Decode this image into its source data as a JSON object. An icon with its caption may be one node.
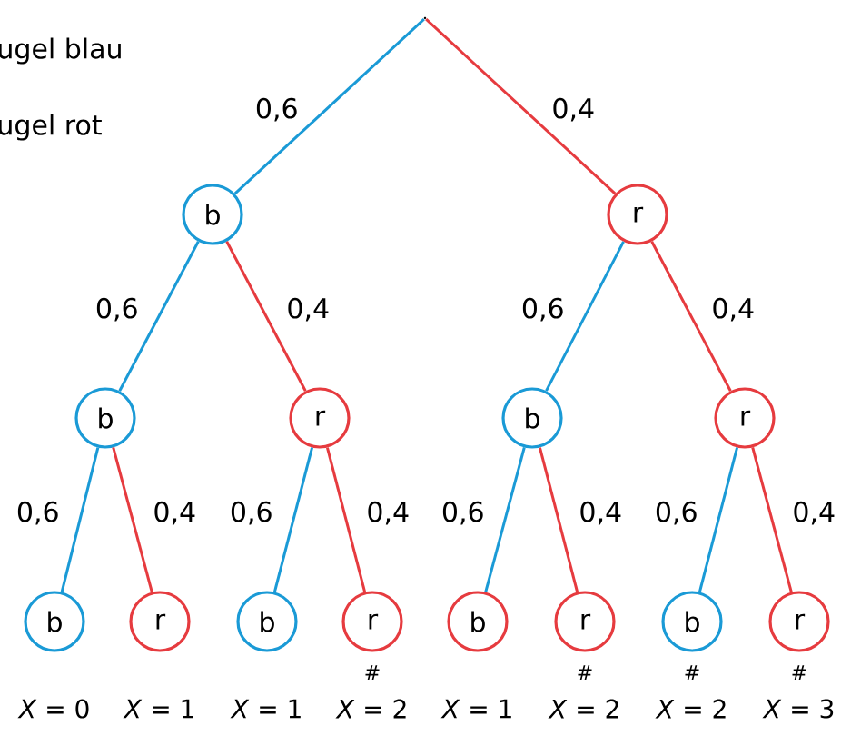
{
  "diagram": {
    "nodes": [
      {
        "text": [],
        "shape": "point"
      },
      {
        "text": [
          "b"
        ]
      },
      {
        "text": [
          "r"
        ]
      },
      {
        "text": [
          "b"
        ]
      },
      {
        "text": [
          "r"
        ]
      },
      {
        "text": [
          "b"
        ]
      },
      {
        "text": [
          "r"
        ]
      },
      {
        "text": [
          "b"
        ],
        "beside": [
          "*X* = 0"
        ]
      },
      {
        "text": [
          "r"
        ],
        "beside": [
          "*X* = 1"
        ]
      },
      {
        "text": [
          "b"
        ],
        "beside": [
          "*X* = 1"
        ]
      },
      {
        "text": [
          "r"
        ],
        "beside": [
          "#",
          "*X* = 2"
        ]
      },
      {
        "text": [
          "b"
        ],
        "beside": [
          "*X* = 1"
        ]
      },
      {
        "text": [
          "r"
        ],
        "beside": [
          "#",
          "*X* = 2"
        ]
      },
      {
        "text": [
          "b"
        ],
        "beside": [
          "#",
          "*X* = 2"
        ]
      },
      {
        "text": [
          "r"
        ],
        "beside": [
          "#",
          "*X* = 3"
        ]
      }
    ],
    "edges": [
      {
        "from": 0,
        "to": 1,
        "arrow": "none",
        "label": "0,6",
        "color": "#1a9ad6"
      },
      {
        "from": 0,
        "to": 2,
        "arrow": "none",
        "label": "0,4",
        "color": "#e63b3f"
      },
      {
        "from": 1,
        "to": 3,
        "arrow": "none",
        "label": "0,6",
        "color": "#1a9ad6"
      },
      {
        "from": 1,
        "to": 4,
        "arrow": "none",
        "label": "0,4",
        "color": "#e63b3f"
      },
      {
        "from": 2,
        "to": 5,
        "arrow": "none",
        "label": "0,6",
        "color": "#1a9ad6"
      },
      {
        "from": 2,
        "to": 6,
        "arrow": "none",
        "label": "0,4",
        "color": "#e63b3f"
      },
      {
        "from": 3,
        "to": 7,
        "arrow": "none",
        "label": "0,6",
        "color": "#1a9ad6"
      },
      {
        "from": 3,
        "to": 8,
        "arrow": "none",
        "label": "0,4",
        "color": "#e63b3f"
      },
      {
        "from": 4,
        "to": 9,
        "arrow": "none",
        "label": "0,6",
        "color": "#1a9ad6"
      },
      {
        "from": 4,
        "to": 10,
        "arrow": "none",
        "label": "0,4",
        "color": "#e63b3f"
      },
      {
        "from": 5,
        "to": 11,
        "arrow": "none",
        "label": "0,6",
        "color": "#1a9ad6"
      },
      {
        "from": 5,
        "to": 12,
        "arrow": "none",
        "label": "0,4",
        "color": "#e63b3f"
      },
      {
        "from": 6,
        "to": 13,
        "arrow": "none",
        "label": "0,6",
        "color": "#1a9ad6"
      },
      {
        "from": 6,
        "to": 14,
        "arrow": "none",
        "label": "0,4",
        "color": "#e63b3f"
      }
    ],
    "labels": [
      "ugel blau",
      "ugel rot"
    ]
  }
}
